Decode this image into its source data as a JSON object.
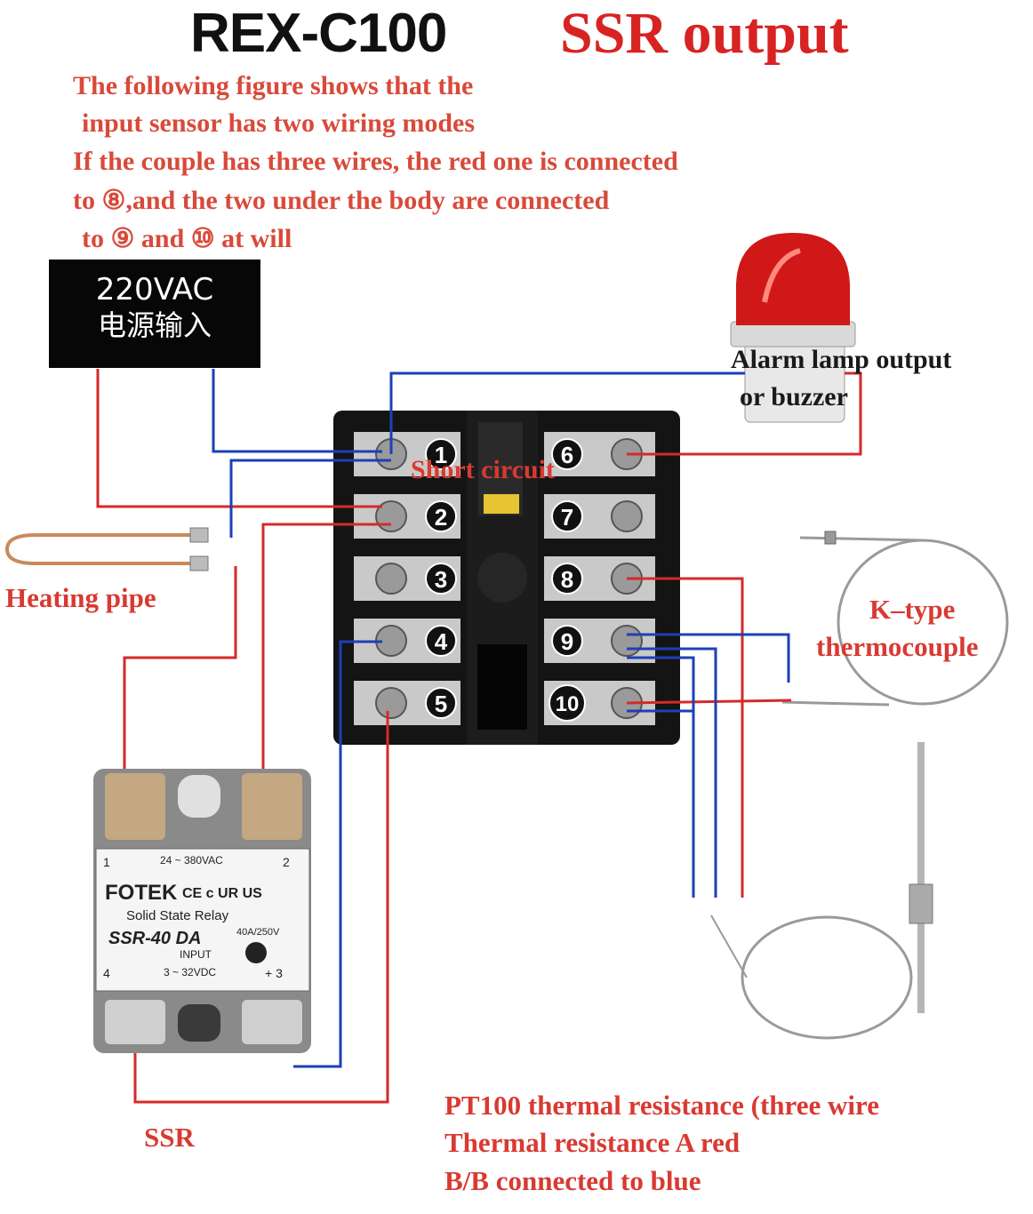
{
  "title": {
    "model": "REX-C100",
    "output": "SSR output"
  },
  "notes": [
    "The following figure shows that the",
    "input sensor has two wiring modes",
    "If the couple has three wires, the red one is connected",
    "to ⑧,and the two under the body are connected",
    "to ⑨ and ⑩ at will"
  ],
  "power": {
    "voltage": "220VAC",
    "caption": "电源输入"
  },
  "labels": {
    "alarm_line1": "Alarm lamp output",
    "alarm_line2": "or buzzer",
    "short_circuit": "Short circuit",
    "heating_pipe": "Heating pipe",
    "k_type_line1": "K–type",
    "k_type_line2": "thermocouple",
    "ssr": "SSR",
    "pt100_line1": "PT100 thermal resistance (three wire",
    "pt100_line2": "Thermal resistance A red",
    "pt100_line3": "B/B connected to blue"
  },
  "terminals": {
    "left": [
      "1",
      "2",
      "3",
      "4",
      "5"
    ],
    "right": [
      "6",
      "7",
      "8",
      "9",
      "10"
    ]
  },
  "ssr_device": {
    "brand": "FOTEK",
    "type_text": "Solid State Relay",
    "model": "SSR-40 DA",
    "rating": "40A/250V",
    "ac_left": "1",
    "ac_range": "24 ~ 380VAC",
    "ac_right": "2",
    "input_label": "INPUT",
    "dc_left": "4",
    "dc_range": "3 ~ 32VDC",
    "dc_right": "+ 3",
    "marks": "CE c UR US"
  },
  "wire_colors": {
    "red": "#d42a2a",
    "blue": "#1e3fb8"
  },
  "accent_colors": {
    "title_red": "#d82323",
    "note_red": "#d84a3a"
  }
}
